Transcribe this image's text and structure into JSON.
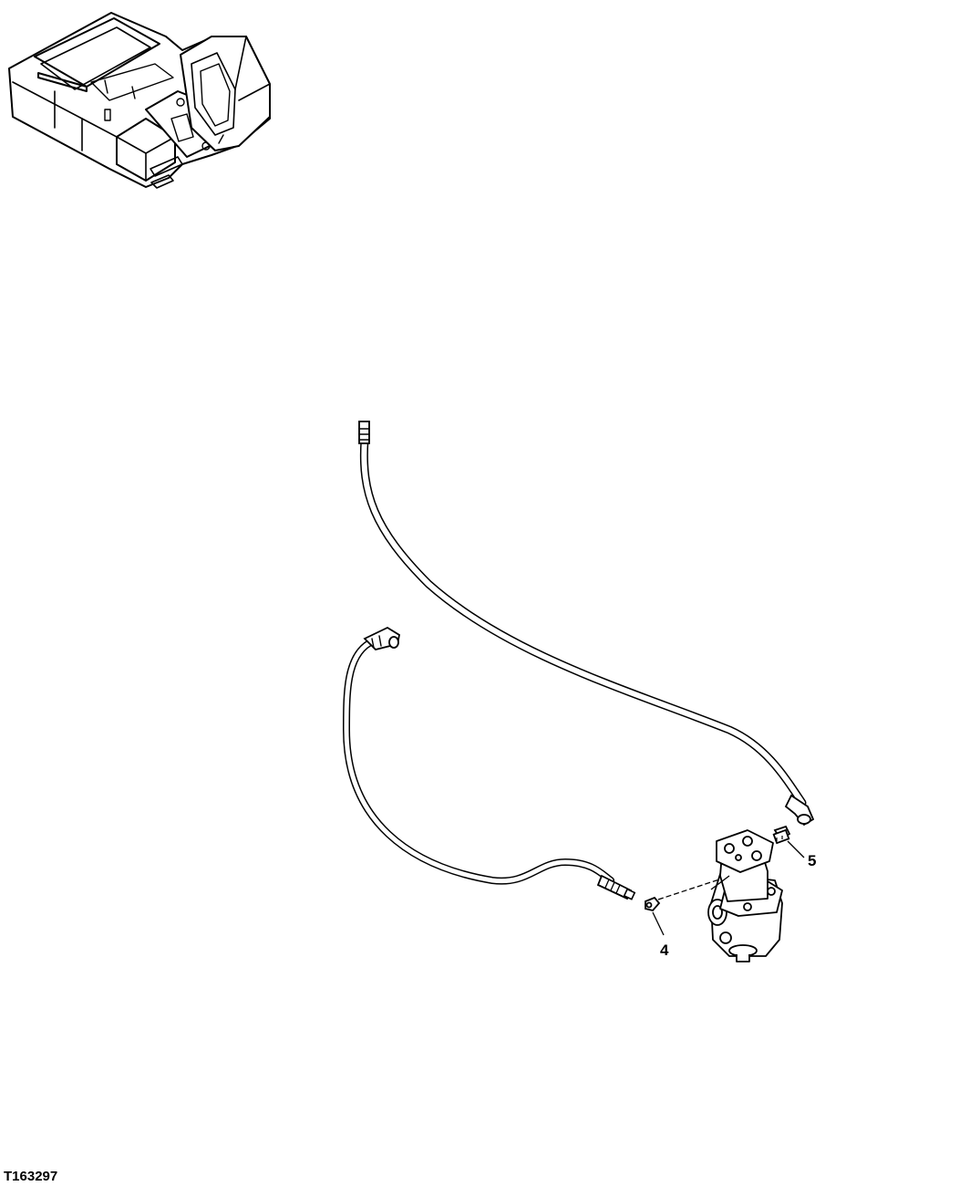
{
  "figure": {
    "id": "T163297"
  },
  "callouts": [
    {
      "number": "4",
      "part": "clamp"
    },
    {
      "number": "5",
      "part": "fitting"
    }
  ],
  "icons": {
    "locator": "excavator-locator-icon",
    "hose_upper": "hose-icon",
    "hose_lower": "hose-icon",
    "valve": "pilot-valve-icon"
  },
  "colors": {
    "line": "#000000",
    "background": "#ffffff"
  }
}
